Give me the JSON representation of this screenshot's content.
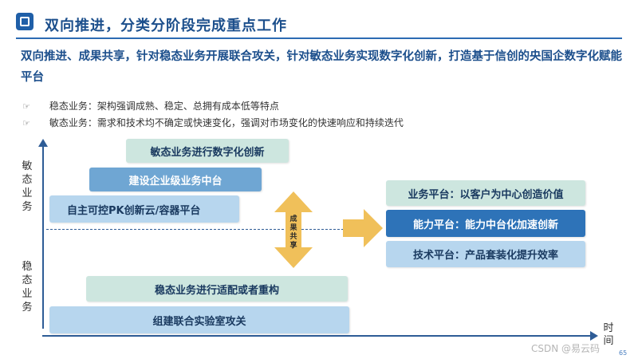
{
  "header": {
    "title": "双向推进，分类分阶段完成重点工作",
    "subtitle": "双向推进、成果共享，针对稳态业务开展联合攻关，针对敏态业务实现数字化创新，打造基于信创的央国企数字化赋能平台"
  },
  "bullets": [
    {
      "label": "稳态业务：架构强调成熟、稳定、总拥有成本低等特点"
    },
    {
      "label": "敏态业务：需求和技术均不确定或快速变化，强调对市场变化的快速响应和持续迭代"
    }
  ],
  "axes": {
    "y_top_label": "敏态业务",
    "y_bottom_label": "稳态业务",
    "x_label": "时间"
  },
  "left_boxes": {
    "agile_digital": "敏态业务进行数字化创新",
    "enterprise_platform": "建设企业级业务中台",
    "pk_cloud": "自主可控PK创新云/容器平台",
    "stable_adapt": "稳态业务进行适配或者重构",
    "joint_lab": "组建联合实验室攻关"
  },
  "center": {
    "share_label": "成果共享"
  },
  "right_boxes": {
    "business": "业务平台：以客户为中心创造价值",
    "capability": "能力平台：能力中台化加速创新",
    "technical": "技术平台：产品套装化提升效率"
  },
  "footer": {
    "watermark": "CSDN @易云码",
    "page_number": "65"
  },
  "colors": {
    "title_blue": "#1c4f8c",
    "axis_blue": "#2e5c96",
    "mint_box": "#cde6df",
    "light_blue_box": "#b7d6ee",
    "mid_blue_box": "#6fa6d3",
    "strong_blue_box": "#2e73b8",
    "arrow_gold": "#f0c05a"
  },
  "icons": [
    "chip-icon",
    "handshake-icon",
    "double-arrow-icon",
    "right-arrow-icon"
  ]
}
